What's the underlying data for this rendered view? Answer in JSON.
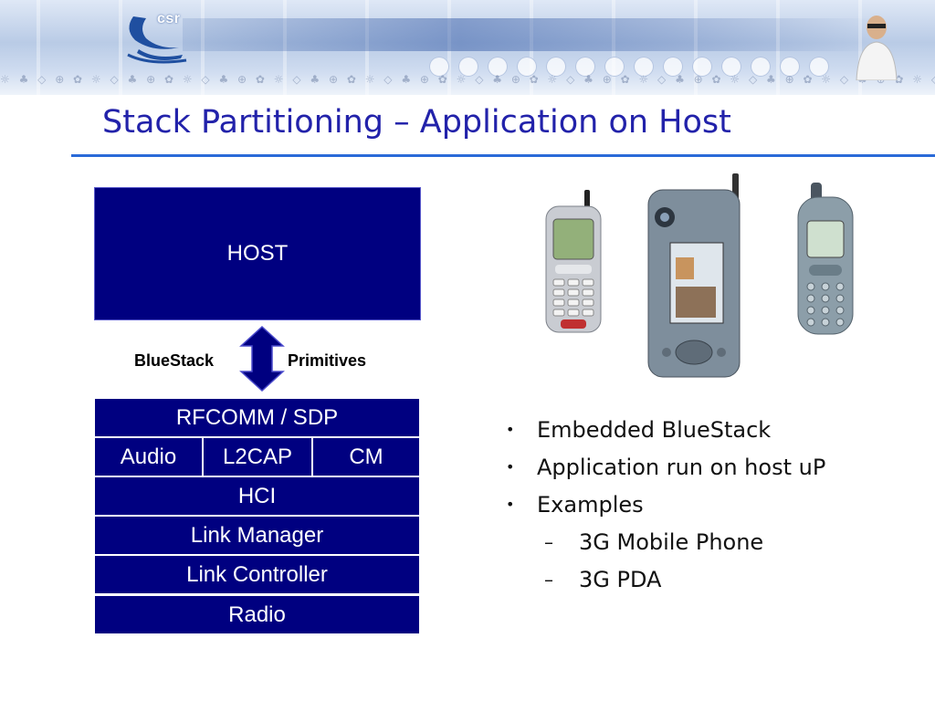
{
  "brand": {
    "logo_text": "csr"
  },
  "slide": {
    "title": "Stack Partitioning – Application on Host",
    "host_label": "HOST",
    "arrow_left_label": "BlueStack",
    "arrow_right_label": "Primitives",
    "stack": {
      "top": "RFCOMM / SDP",
      "middle_row": [
        "Audio",
        "L2CAP",
        "CM"
      ],
      "layers": [
        "HCI",
        "Link Manager",
        "Link Controller",
        "Radio"
      ]
    },
    "bullets": [
      {
        "level": 1,
        "marker": "•",
        "text": "Embedded BlueStack"
      },
      {
        "level": 1,
        "marker": "•",
        "text": "Application run on host uP"
      },
      {
        "level": 1,
        "marker": "•",
        "text": "Examples"
      },
      {
        "level": 2,
        "marker": "–",
        "text": "3G Mobile Phone"
      },
      {
        "level": 2,
        "marker": "–",
        "text": "3G PDA"
      }
    ],
    "images": [
      "mobile-phone-image",
      "pda-image",
      "mobile-phone-image"
    ]
  },
  "colors": {
    "title": "#2222aa",
    "stack_fill": "#000080",
    "rule": "#2a6ad8"
  }
}
